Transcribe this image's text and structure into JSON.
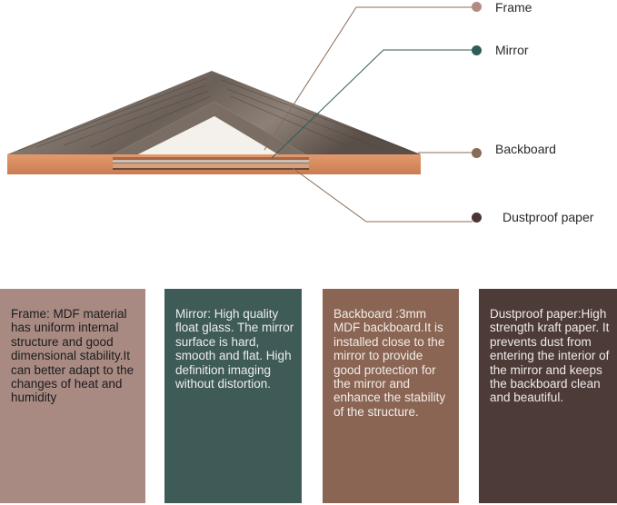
{
  "colors": {
    "frame": "#a88a83",
    "mirror": "#3f5b57",
    "backboard": "#8a6553",
    "dustproof": "#4c3b37",
    "wood_edge": "#d88e63",
    "leader_line": "#8a6d5a"
  },
  "legend": [
    {
      "key": "frame",
      "label": "Frame",
      "color": "#b08c84"
    },
    {
      "key": "mirror",
      "label": "Mirror",
      "color": "#2f5d57"
    },
    {
      "key": "backboard",
      "label": "Backboard",
      "color": "#8a6a58"
    },
    {
      "key": "dustproof",
      "label": "Dustproof paper",
      "color": "#4a3634"
    }
  ],
  "panels": [
    {
      "key": "frame",
      "text": "Frame: MDF material has uniform internal structure and good dimensional stability.It can better adapt to the changes of heat and humidity",
      "bg": "#a88a83",
      "color": "#1c1c1c"
    },
    {
      "key": "mirror",
      "text": "Mirror: High quality float glass. The mirror surface is hard, smooth and flat. High definition imaging without distortion.",
      "bg": "#3f5b57",
      "color": "#ededed"
    },
    {
      "key": "backboard",
      "text": "Backboard :3mm MDF backboard.It is installed close to the mirror to provide good protection for the mirror and enhance the stability of the structure.",
      "bg": "#8a6553",
      "color": "#f3ece8"
    },
    {
      "key": "dustproof",
      "text": "Dustproof paper:High strength kraft paper. It prevents dust from entering the interior of the mirror and keeps the backboard clean and beautiful.",
      "bg": "#4c3b37",
      "color": "#f0eaea"
    }
  ]
}
